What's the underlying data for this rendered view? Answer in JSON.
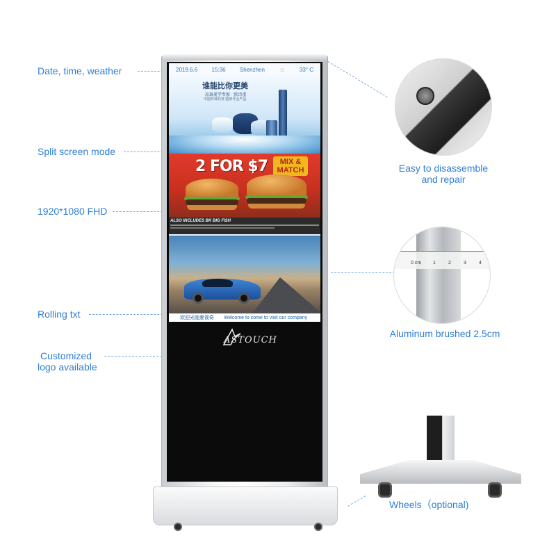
{
  "callouts": {
    "date_time_weather": "Date, time, weather",
    "split_screen": "Split screen mode",
    "fhd": "1920*1080 FHD",
    "rolling_txt": "Rolling txt",
    "custom_logo_line1": "Customized",
    "custom_logo_line2": "logo available"
  },
  "screen": {
    "date": "2019.6.6",
    "time": "15:36",
    "city": "Shenzhen",
    "temperature": "33° C",
    "weather_icon": "sun-icon",
    "cosmetics_title": "谁能比你更美",
    "cosmetics_sub": "珍珠美学专家 · 欧诗漫",
    "cosmetics_tag": "中国珍珠科技    国家专业产品",
    "burger_offer": "2 FOR $7",
    "burger_mix": "MIX & MATCH",
    "burger_strip": "ALSO INCLUDES BK BIG FISH",
    "ticker_cn": "欢迎光临爱视奇",
    "ticker_en": "Welcome to come to visit our company",
    "logo_text": "ASTOUCH"
  },
  "features": {
    "disassemble_line1": "Easy to disassemble",
    "disassemble_line2": "and repair",
    "aluminum": "Aluminum brushed 2.5cm",
    "wheels": "Wheels（optional)",
    "ruler_ticks": [
      "0 cm",
      "1",
      "2",
      "3",
      "4"
    ]
  },
  "colors": {
    "accent": "#2f7fd4",
    "frame_silver": "#e6e8ea",
    "screen_black": "#0b0b0b"
  }
}
